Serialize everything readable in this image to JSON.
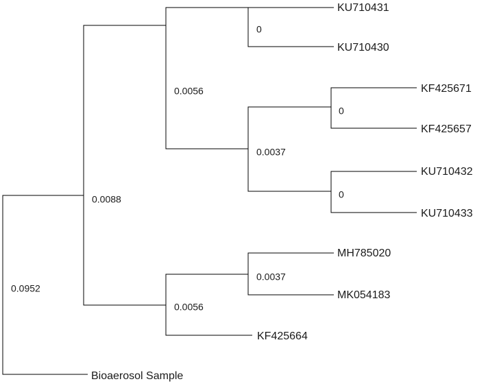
{
  "tree": {
    "leaves": [
      "KU710431",
      "KU710430",
      "KF425671",
      "KF425657",
      "KU710432",
      "KU710433",
      "MH785020",
      "MK054183",
      "KF425664",
      "Bioaerosol Sample"
    ],
    "node_values": [
      "0.0952",
      "0.0088",
      "0.0056",
      "0",
      "0.0037",
      "0",
      "0",
      "0.0056",
      "0.0037"
    ]
  }
}
